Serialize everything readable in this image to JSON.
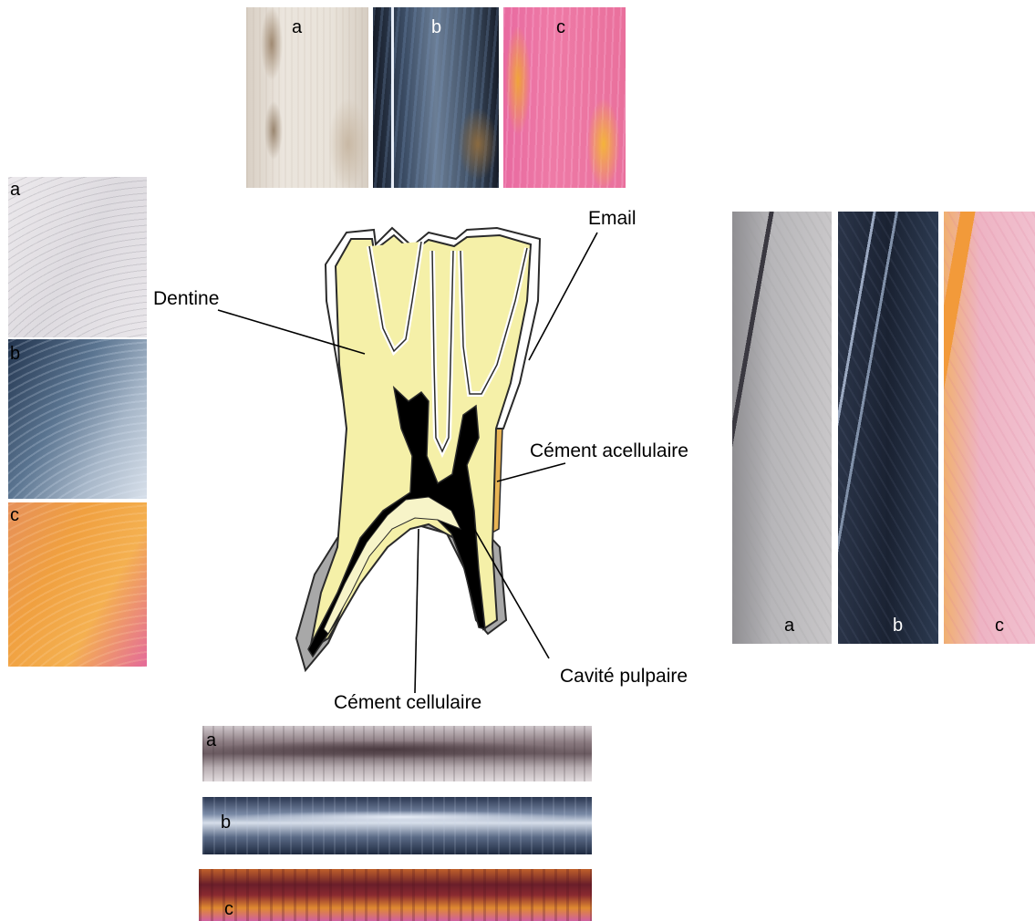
{
  "panel_letters": {
    "a": "a",
    "b": "b",
    "c": "c"
  },
  "labels": {
    "dentine": "Dentine",
    "email": "Email",
    "cement_acellulaire": "Cément acellulaire",
    "cavite_pulpaire": "Cavité pulpaire",
    "cement_cellulaire": "Cément cellulaire"
  },
  "colors": {
    "dentine_fill": "#f5f0a8",
    "pulp_fill": "#000000",
    "cement_cellular_fill": "#a8a8a8",
    "cement_acellular_fill": "#e8b454",
    "enamel_fill": "#ffffff",
    "outline": "#2a2a2a",
    "panel_a": "#e6e0d8",
    "panel_b": "#2b3a4e",
    "panel_c": "#e8709a"
  }
}
